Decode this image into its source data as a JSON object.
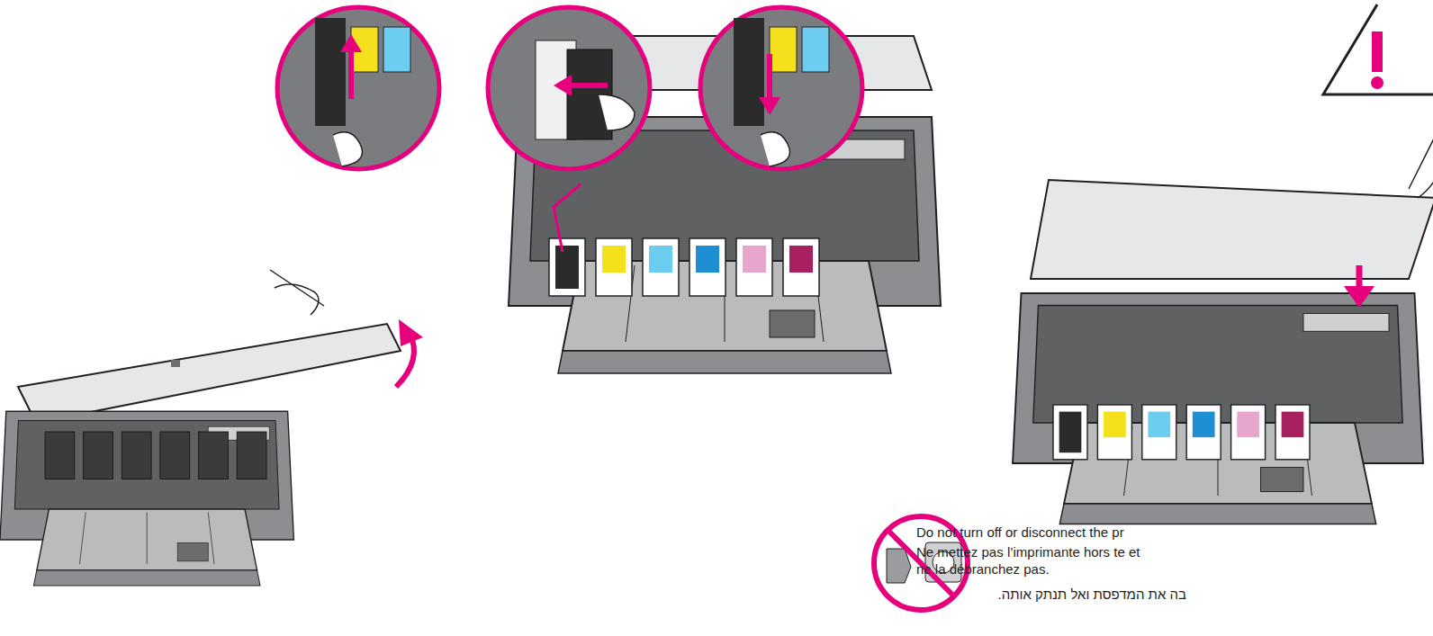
{
  "diagram": {
    "labels": [
      "Do not turn off or disconnect the pr",
      "Ne mettez pas l’imprimante hors te et ne la débranchez pas.",
      "בה את המדפסת ואל תנתק אותה."
    ]
  }
}
